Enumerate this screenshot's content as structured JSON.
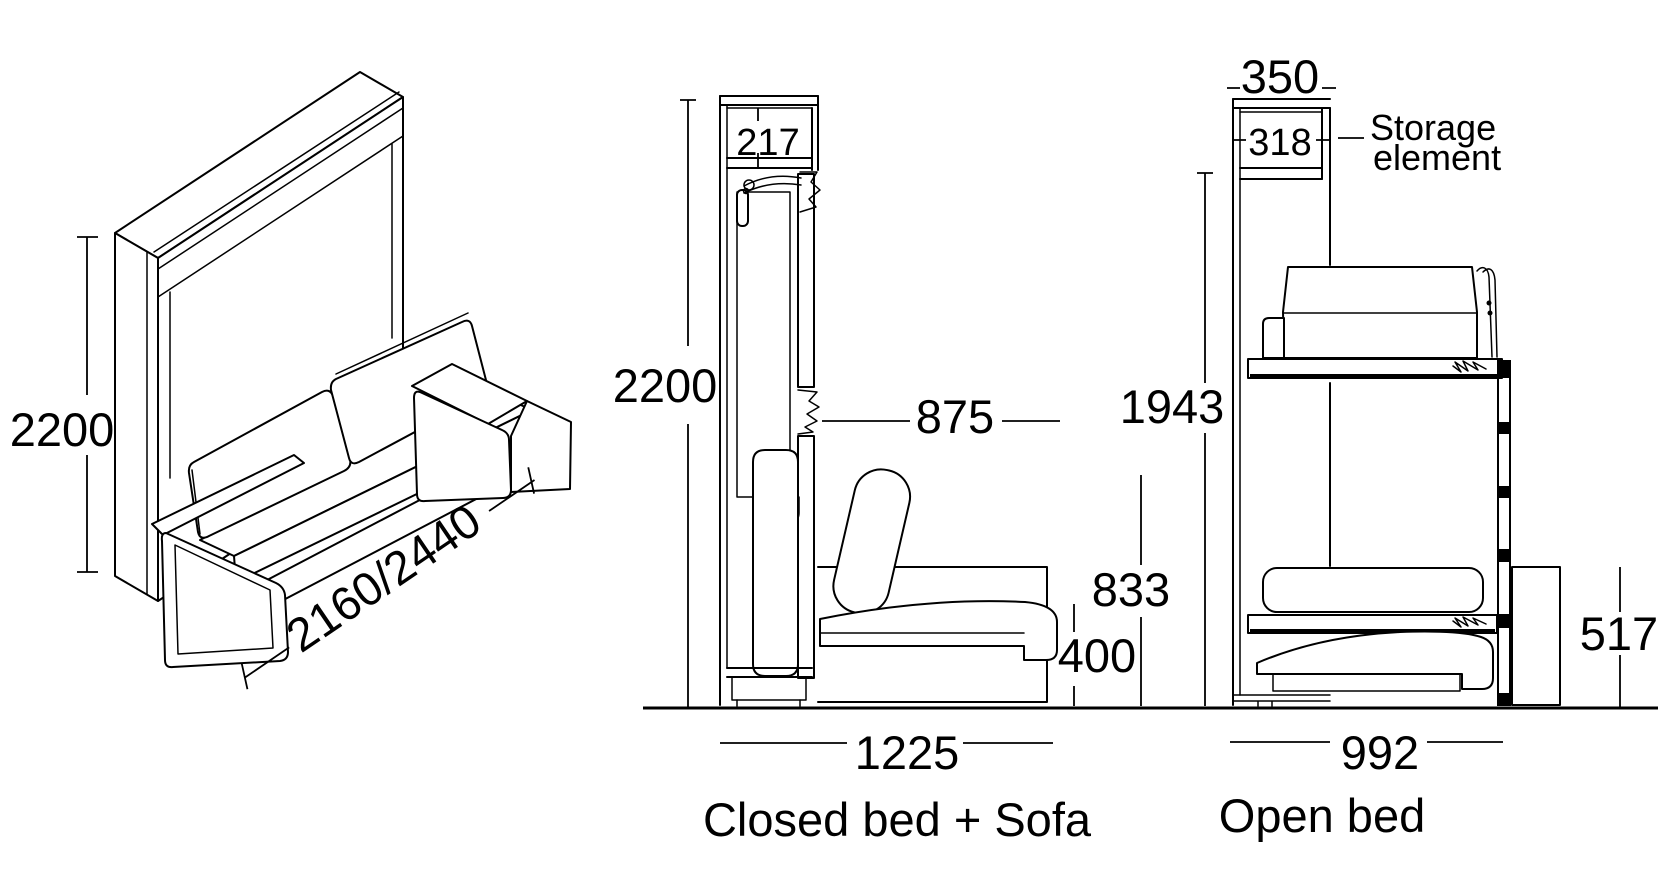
{
  "drawing": {
    "colors": {
      "ink": "#000000",
      "paper": "#ffffff"
    },
    "views": {
      "isometric": {
        "height_dim": "2200",
        "width_dim": "2160/2440"
      },
      "closed": {
        "height_dim": "2200",
        "storage_inner_dim": "217",
        "bed_panel_dim": "875",
        "backrest_height_dim": "833",
        "seat_height_dim": "400",
        "depth_dim": "1225",
        "caption": "Closed bed + Sofa"
      },
      "open": {
        "cabinet_depth_dim": "350",
        "storage_inner_dim": "318",
        "storage_label_line1": "Storage",
        "storage_label_line2": "element",
        "height_dim": "1943",
        "base_height_dim": "517",
        "depth_dim": "992",
        "caption": "Open bed"
      }
    }
  }
}
